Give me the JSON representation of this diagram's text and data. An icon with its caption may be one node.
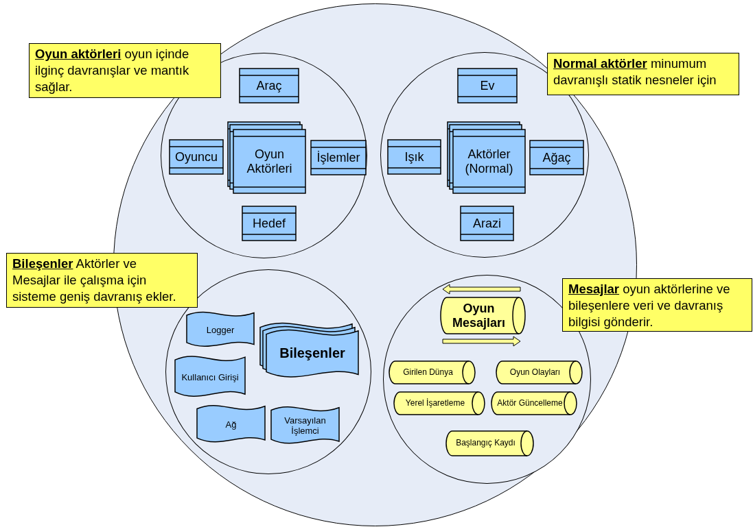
{
  "diagram": {
    "nodes": [
      {
        "text": [],
        "shape": "circle"
      },
      {
        "text": [],
        "shape": "circle",
        "in": 0
      },
      {
        "text": [
          "Araç"
        ],
        "in": 1
      },
      {
        "text": [
          "Oyuncu"
        ],
        "in": 1
      },
      {
        "text": [
          "Oyun Aktörleri"
        ],
        "in": 1
      },
      {
        "text": [
          "İşlemler"
        ],
        "in": 1
      },
      {
        "text": [
          "Hedef"
        ],
        "in": 1
      },
      {
        "text": [],
        "shape": "circle",
        "in": 0
      },
      {
        "text": [
          "Ev"
        ],
        "in": 7
      },
      {
        "text": [
          "Işık"
        ],
        "in": 7
      },
      {
        "text": [
          "Aktörler (Normal)"
        ],
        "in": 7
      },
      {
        "text": [
          "Ağaç"
        ],
        "in": 7
      },
      {
        "text": [
          "Arazi"
        ],
        "in": 7
      },
      {
        "text": [],
        "shape": "circle",
        "in": 0
      },
      {
        "text": [
          "Logger"
        ],
        "in": 13
      },
      {
        "text": [
          "Bileşenler"
        ],
        "in": 13
      },
      {
        "text": [
          "Kullanıcı Girişi"
        ],
        "in": 13
      },
      {
        "text": [
          "Ağ"
        ],
        "in": 13
      },
      {
        "text": [
          "Varsayılan İşlemci"
        ],
        "in": 13
      },
      {
        "text": [],
        "shape": "circle",
        "in": 0
      },
      {
        "text": [
          "Oyun Mesajları"
        ],
        "in": 19
      },
      {
        "text": [
          "Girilen Dünya"
        ],
        "in": 19
      },
      {
        "text": [
          "Oyun Olayları"
        ],
        "in": 19
      },
      {
        "text": [
          "Yerel İşaretleme"
        ],
        "in": 19
      },
      {
        "text": [
          "Aktör Güncelleme"
        ],
        "in": 19
      },
      {
        "text": [
          "Başlangıç Kaydı"
        ],
        "in": 19
      },
      {
        "text": [
          "**Oyun  aktörleri** oyun içinde ilginç davranışlar ve mantık sağlar."
        ]
      },
      {
        "text": [
          "**Normal aktörler** minumum davranışlı statik nesneler için"
        ]
      },
      {
        "text": [
          "**Bileşenler** Aktörler ve Mesajlar ile çalışma için sisteme geniş davranış ekler."
        ]
      },
      {
        "text": [
          "**Mesajlar** oyun aktörlerine ve bileşenlere veri ve davranış bilgisi gönderir."
        ]
      }
    ]
  }
}
